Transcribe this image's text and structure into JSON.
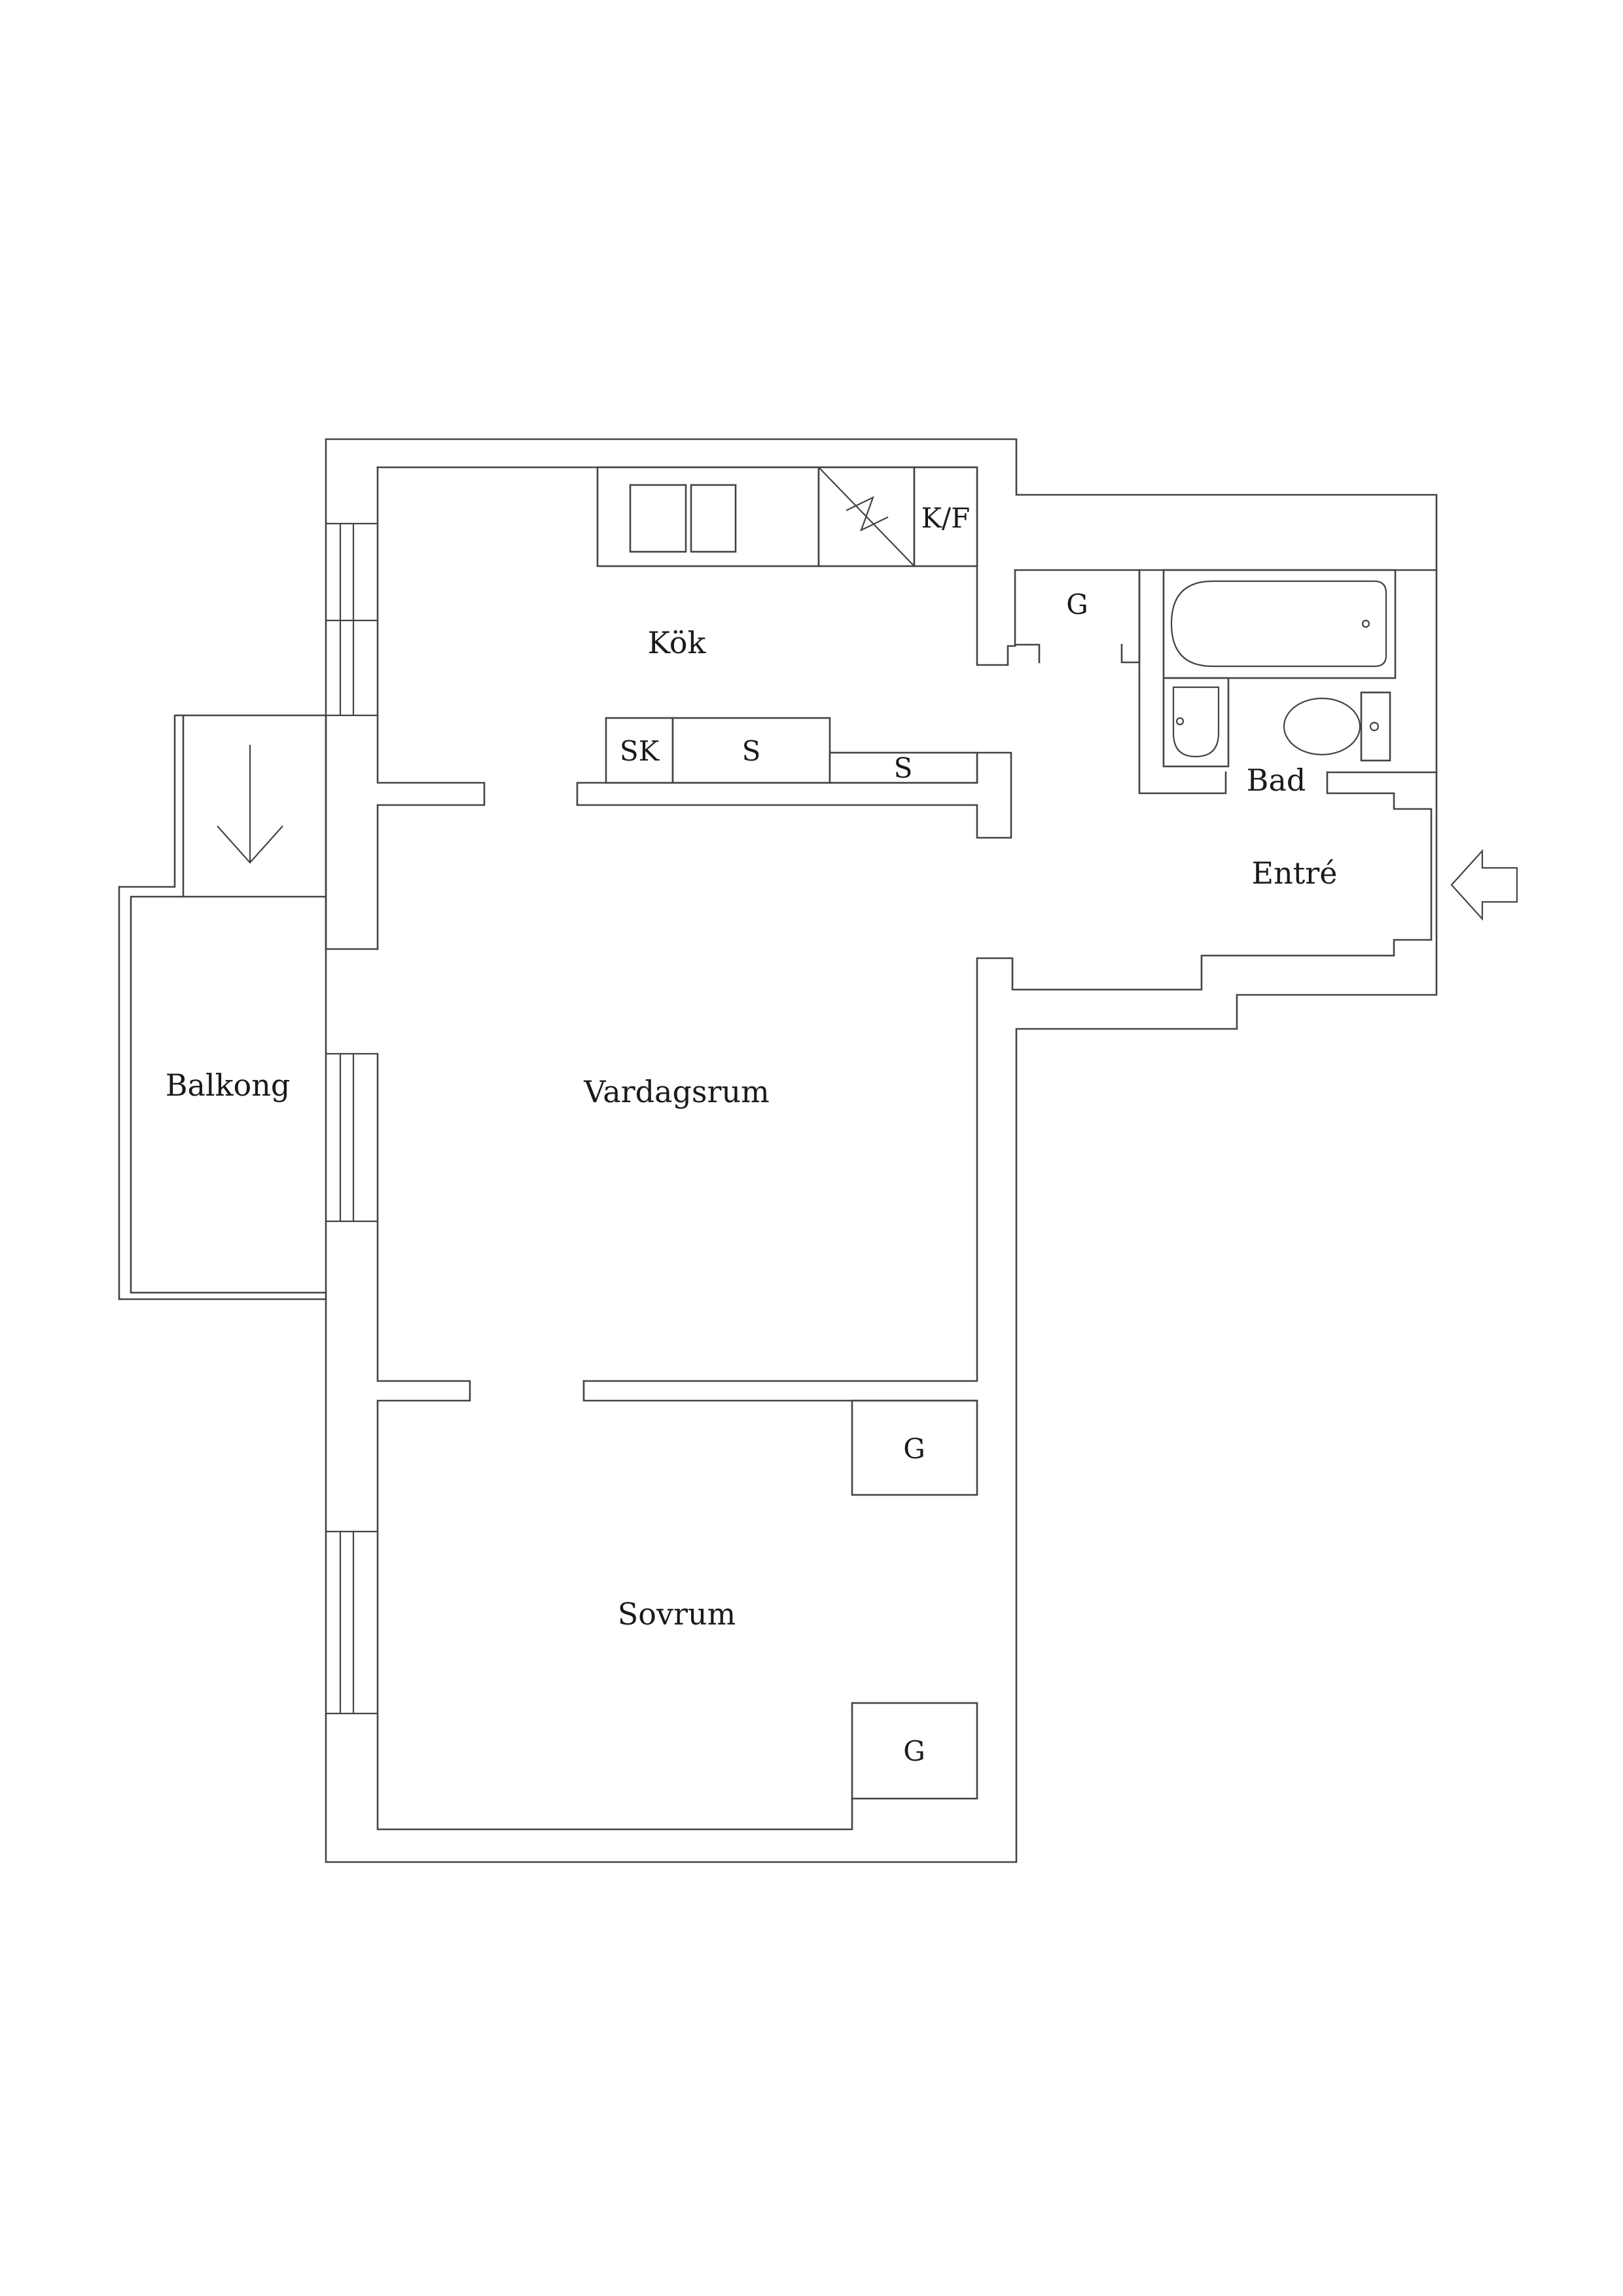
{
  "rooms": {
    "kitchen": "Kök",
    "living": "Vardagsrum",
    "bedroom": "Sovrum",
    "balcony": "Balkong",
    "bathroom": "Bad",
    "entrance": "Entré"
  },
  "fixtures": {
    "fridge_freezer": "K/F",
    "closet": "G",
    "dish_cabinet": "SK",
    "cabinet_1": "S",
    "cabinet_2": "S"
  },
  "closets": {
    "bedroom_top": "G",
    "bedroom_bottom": "G"
  },
  "symbols": [
    "balcony-door-arrow-icon",
    "entrance-arrow-icon",
    "window-icon",
    "bathtub-icon",
    "sink-icon",
    "toilet-icon",
    "stove-icon"
  ],
  "colors": {
    "line": "#444444",
    "background": "#ffffff",
    "text": "#1a1a1a"
  }
}
